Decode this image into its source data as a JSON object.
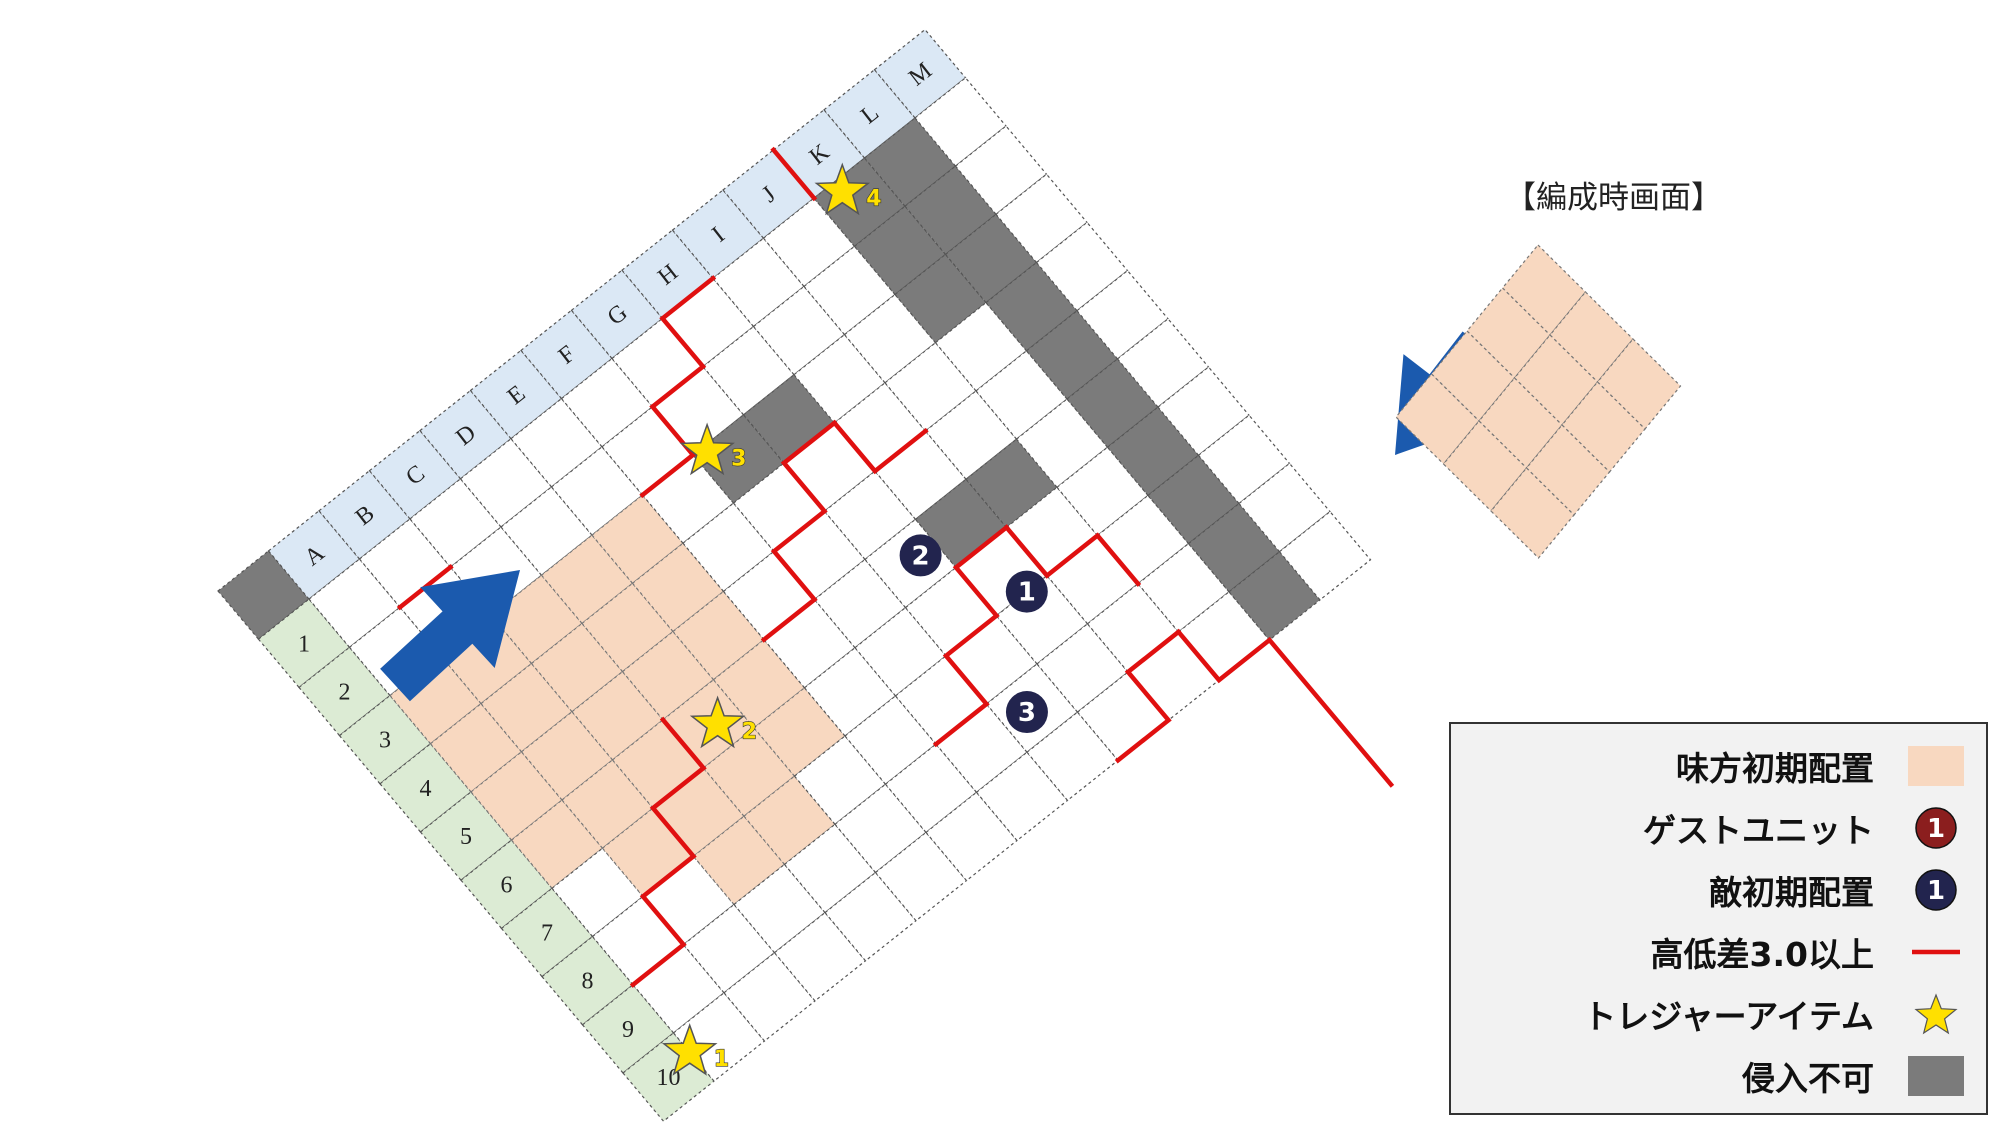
{
  "map": {
    "columns": [
      "A",
      "B",
      "C",
      "D",
      "E",
      "F",
      "G",
      "H",
      "I",
      "J",
      "K",
      "L",
      "M"
    ],
    "rows": [
      "1",
      "2",
      "3",
      "4",
      "5",
      "6",
      "7",
      "8",
      "9",
      "10"
    ],
    "blocked_cells": [
      [
        0,
        0
      ],
      [
        3,
        7
      ],
      [
        3,
        8
      ],
      [
        6,
        9
      ],
      [
        6,
        10
      ],
      [
        1,
        11
      ],
      [
        1,
        12
      ],
      [
        2,
        11
      ],
      [
        2,
        12
      ],
      [
        3,
        11
      ],
      [
        3,
        12
      ],
      [
        4,
        12
      ],
      [
        5,
        12
      ],
      [
        6,
        12
      ],
      [
        7,
        12
      ],
      [
        8,
        12
      ],
      [
        9,
        12
      ],
      [
        10,
        12
      ],
      [
        11,
        12
      ],
      [
        12,
        12
      ],
      [
        13,
        12
      ],
      [
        14,
        12
      ],
      [
        11,
        11
      ],
      [
        12,
        11
      ],
      [
        13,
        11
      ],
      [
        14,
        11
      ]
    ],
    "ally_cells": [
      [
        3,
        1
      ],
      [
        3,
        2
      ],
      [
        3,
        3
      ],
      [
        3,
        4
      ],
      [
        3,
        5
      ],
      [
        4,
        1
      ],
      [
        4,
        2
      ],
      [
        4,
        3
      ],
      [
        4,
        4
      ],
      [
        4,
        5
      ],
      [
        5,
        1
      ],
      [
        5,
        2
      ],
      [
        5,
        3
      ],
      [
        5,
        4
      ],
      [
        5,
        5
      ],
      [
        6,
        1
      ],
      [
        6,
        2
      ],
      [
        6,
        3
      ],
      [
        6,
        4
      ],
      [
        6,
        5
      ],
      [
        7,
        2
      ],
      [
        7,
        3
      ],
      [
        7,
        4
      ],
      [
        7,
        5
      ],
      [
        8,
        3
      ],
      [
        8,
        4
      ]
    ],
    "enemies": [
      {
        "label": "2",
        "row": 6.5,
        "col": 8.7
      },
      {
        "label": "1",
        "row": 8.0,
        "col": 9.6
      },
      {
        "label": "3",
        "row": 9.5,
        "col": 8.4
      }
    ],
    "treasures": [
      {
        "label": "1",
        "row": 10.4,
        "col": 1.0
      },
      {
        "label": "2",
        "row": 6.6,
        "col": 4.6
      },
      {
        "label": "3",
        "row": 3.1,
        "col": 7.2
      },
      {
        "label": "4",
        "row": 1.2,
        "col": 11.4
      }
    ],
    "walls": [
      [
        [
          9,
          1
        ],
        [
          9,
          2
        ],
        [
          8,
          2
        ],
        [
          8,
          3
        ],
        [
          7,
          3
        ],
        [
          7,
          4
        ],
        [
          6,
          4
        ]
      ],
      [
        [
          2,
          2
        ],
        [
          2,
          3
        ]
      ],
      [
        [
          3,
          6
        ],
        [
          3,
          7
        ],
        [
          2,
          7
        ],
        [
          2,
          8
        ],
        [
          1,
          8
        ],
        [
          1,
          9
        ]
      ],
      [
        [
          6,
          6
        ],
        [
          6,
          7
        ],
        [
          5,
          7
        ],
        [
          5,
          8
        ],
        [
          4,
          8
        ],
        [
          4,
          9
        ]
      ],
      [
        [
          4,
          9
        ],
        [
          5,
          9
        ],
        [
          5,
          10
        ]
      ],
      [
        [
          1,
          11
        ],
        [
          0,
          11
        ]
      ],
      [
        [
          9,
          7
        ],
        [
          9,
          8
        ],
        [
          8,
          8
        ],
        [
          8,
          9
        ],
        [
          7,
          9
        ],
        [
          7,
          10
        ]
      ],
      [
        [
          7,
          10
        ],
        [
          8,
          10
        ],
        [
          8,
          11
        ],
        [
          9,
          11
        ]
      ],
      [
        [
          11,
          9
        ],
        [
          11,
          10
        ],
        [
          10,
          10
        ],
        [
          10,
          11
        ]
      ],
      [
        [
          10,
          11
        ],
        [
          11,
          11
        ],
        [
          11,
          12
        ],
        [
          14,
          12
        ]
      ]
    ]
  },
  "formation": {
    "title": "【編成時画面】",
    "rows": 4,
    "cols": 3
  },
  "legend": {
    "items": [
      {
        "key": "ally",
        "label": "味方初期配置",
        "color": "#f8d8c0"
      },
      {
        "key": "guest",
        "label": "ゲストユニット",
        "color": "#8b1e1e",
        "symbol": "1"
      },
      {
        "key": "enemy",
        "label": "敵初期配置",
        "color": "#22244e",
        "symbol": "1"
      },
      {
        "key": "height",
        "label": "高低差3.0以上",
        "color": "#e01010"
      },
      {
        "key": "treasure",
        "label": "トレジャーアイテム",
        "color": "#ffe000"
      },
      {
        "key": "blocked",
        "label": "侵入不可",
        "color": "#7b7b7b"
      }
    ]
  },
  "colors": {
    "arrow": "#1b5aae",
    "col_header": "#dbe8f5",
    "row_header": "#dcebd4"
  }
}
